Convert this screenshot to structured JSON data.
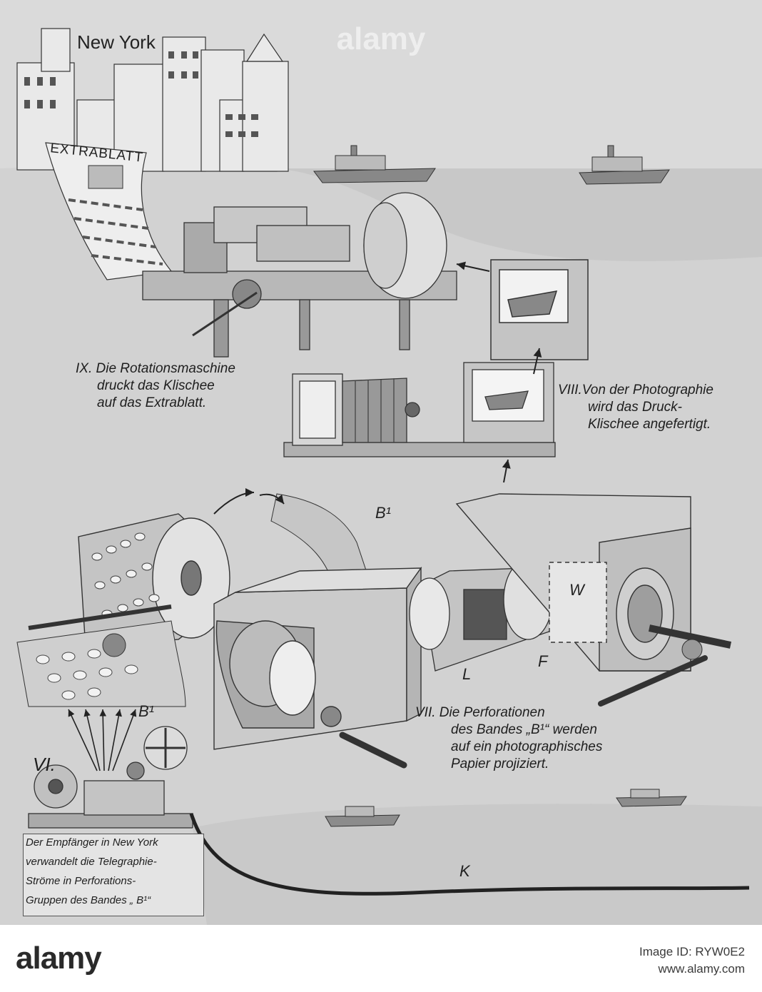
{
  "illustration": {
    "city_label": "New York",
    "paper_headline": "EXTRABLATT",
    "step_ix": {
      "numeral": "IX.",
      "lines": [
        "Die Rotationsmaschine",
        "druckt das Klischee",
        "auf das Extrablatt."
      ]
    },
    "step_viii": {
      "numeral": "VIII.",
      "lines": [
        "Von der Photographie",
        "wird das Druck-",
        "Klischee angefertigt."
      ]
    },
    "step_vii": {
      "numeral": "VII.",
      "lines": [
        "Die Perforationen",
        "des Bandes „B¹“ werden",
        "auf ein photographisches",
        "Papier projiziert."
      ]
    },
    "step_vi": {
      "numeral": "VI."
    },
    "caption_vi": [
      "Der Empfänger in New York",
      "verwandelt die Telegraphie-",
      "Ströme in Perforations-",
      "Gruppen des Bandes „ B¹“"
    ],
    "letters": {
      "b1_top": "B¹",
      "b1_left": "B¹",
      "w": "W",
      "l": "L",
      "f": "F",
      "k": "K"
    }
  },
  "watermark": {
    "text": "alamy"
  },
  "footer": {
    "logo": "alamy",
    "image_id_line": "Image ID: RYW0E2",
    "site": "www.alamy.com"
  }
}
